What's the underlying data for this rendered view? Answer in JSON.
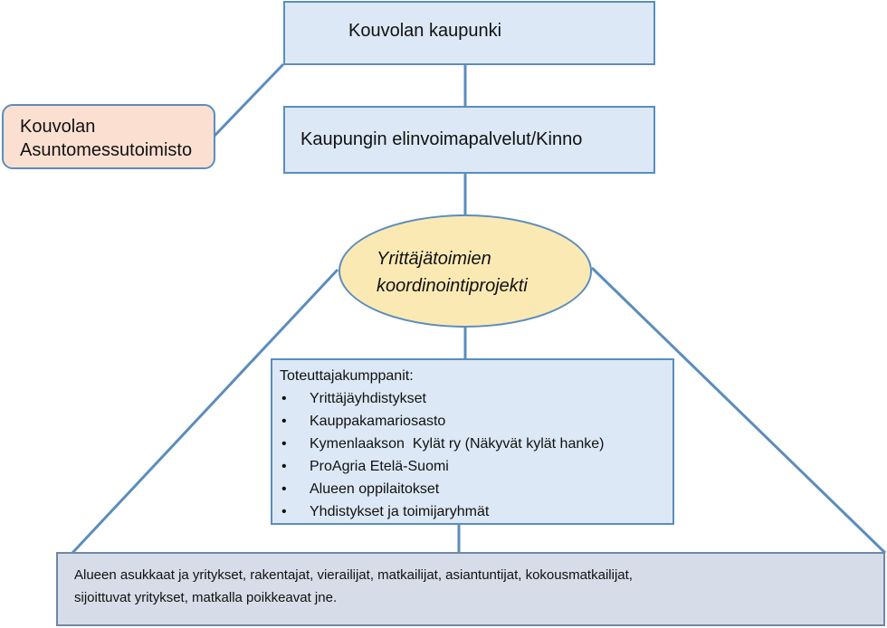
{
  "nodes": {
    "city": "Kouvolan kaupunki",
    "services": "Kaupungin elinvoimapalvelut/Kinno",
    "housing_fair_office": [
      "Kouvolan",
      "Asuntomessutoimisto"
    ],
    "project": [
      "Yrittäjätoimien",
      "koordinointiprojekti"
    ],
    "partners": {
      "title": "Toteuttajakumppanit:",
      "bullet": "•",
      "items": [
        "Yrittäjäyhdistykset",
        "Kauppakamariosasto",
        "Kymenlaakson  Kylät ry (Näkyvät kylät hanke)",
        "ProAgria Etelä-Suomi",
        "Alueen oppilaitokset",
        "Yhdistykset ja toimijaryhmät"
      ]
    },
    "audience": [
      "Alueen asukkaat ja yritykset, rakentajat, vierailijat, matkailijat, asiantuntijat, kokousmatkailijat,",
      "sijoittuvat yritykset, matkalla poikkeavat jne."
    ]
  },
  "colors": {
    "line": "#5b8dbd",
    "box_fill": "#dce8f5",
    "side_fill": "#fbe0d2",
    "ellipse_fill": "#fbe9b4",
    "bottom_fill": "#d6dde8"
  }
}
